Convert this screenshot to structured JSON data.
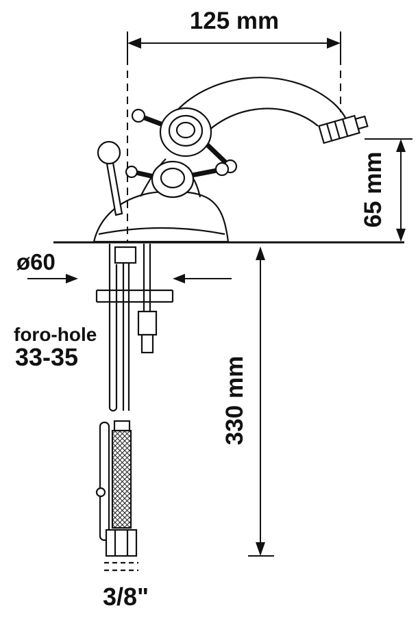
{
  "page": {
    "background": "#ffffff",
    "line_color": "#111111"
  },
  "drawing": {
    "labels": {
      "width": "125 mm",
      "spout_height": "65 mm",
      "overall_height": "330 mm",
      "base_diameter": "ø60",
      "hole_line1": "foro-hole",
      "hole_line2": "33-35",
      "thread": "3/8\""
    }
  }
}
